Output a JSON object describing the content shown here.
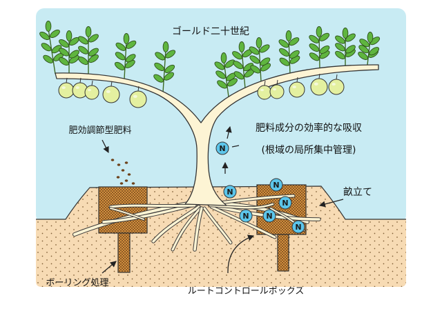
{
  "labels": {
    "title": "ゴールド二十世紀",
    "fertilizer": "肥効調節型肥料",
    "absorption": "肥料成分の効率的な吸収",
    "root_zone": "(根域の局所集中管理)",
    "ridge": "畝立て",
    "boring": "ボーリング処理",
    "root_box": "ルートコントロールボックス"
  },
  "nitrogen_marker": "N",
  "colors": {
    "sky": "#c8ebf3",
    "soil": "#f7dbb4",
    "box": "#d28f3e",
    "trunk": "#fdf4d4",
    "pear": "#e4f0a0",
    "leaf": "#5fb53f",
    "nitrogen": "#5cc5ea"
  }
}
